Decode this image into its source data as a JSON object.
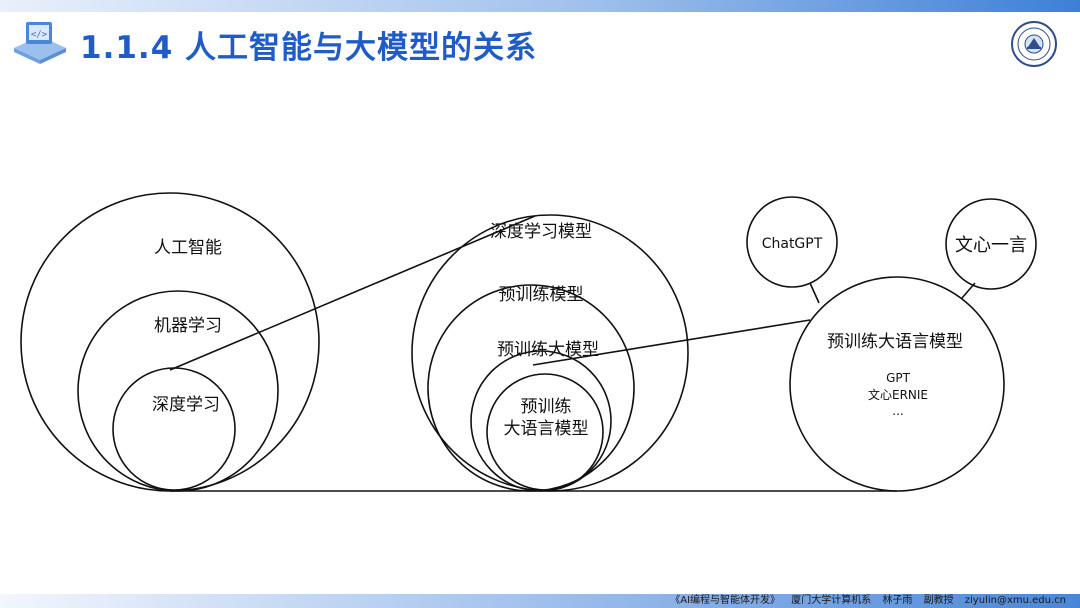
{
  "slide": {
    "title": "1.1.4 人工智能与大模型的关系",
    "logo_icon": "university-seal-icon",
    "title_icon": "code-screen-icon",
    "accent_color": "#1f5cc8"
  },
  "diagram": {
    "group1": {
      "outer": "人工智能",
      "middle": "机器学习",
      "inner": "深度学习"
    },
    "group2": {
      "outer": "深度学习模型",
      "second": "预训练模型",
      "third": "预训练大模型",
      "inner_line1": "预训练",
      "inner_line2": "大语言模型"
    },
    "group3": {
      "main": "预训练大语言模型",
      "item1": "GPT",
      "item2": "文心ERNIE",
      "item3": "...",
      "satellite1": "ChatGPT",
      "satellite2": "文心一言"
    }
  },
  "footer": {
    "course": "《AI编程与智能体开发》",
    "dept": "厦门大学计算机系",
    "author": "林子雨",
    "role": "副教授",
    "email": "ziyulin@xmu.edu.cn"
  }
}
